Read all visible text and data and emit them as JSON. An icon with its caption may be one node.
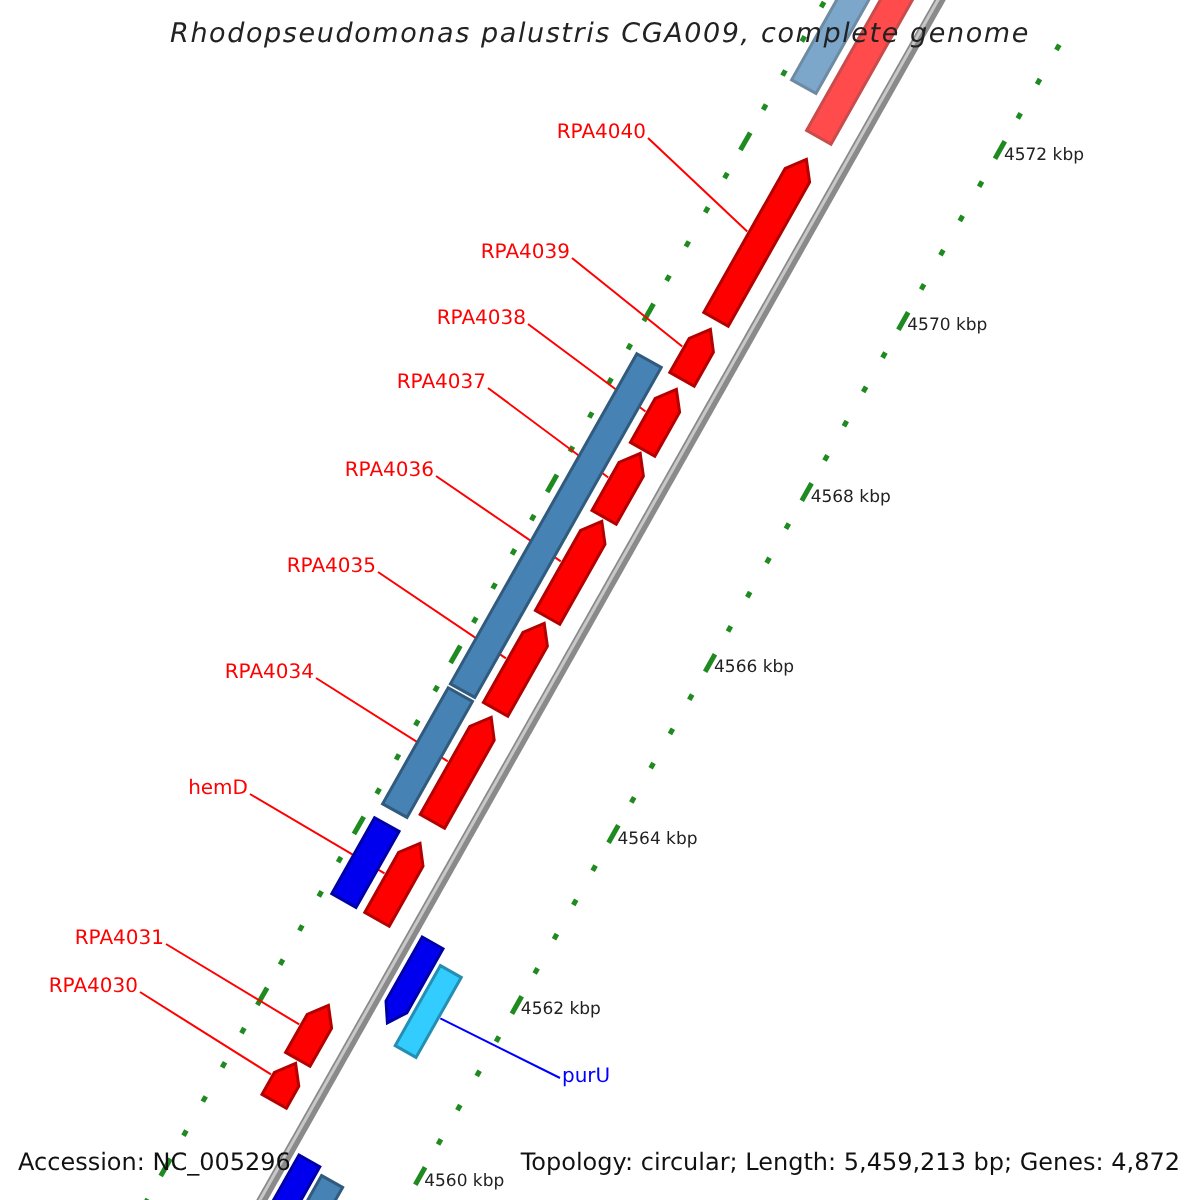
{
  "diagram": {
    "title": "Rhodopseudomonas palustris CGA009, complete genome",
    "nodes": [
      {
        "text": [
          "RPA4040"
        ]
      },
      {
        "text": [
          "RPA4039"
        ]
      },
      {
        "text": [
          "RPA4038"
        ]
      },
      {
        "text": [
          "RPA4037"
        ]
      },
      {
        "text": [
          "RPA4036"
        ]
      },
      {
        "text": [
          "RPA4035"
        ]
      },
      {
        "text": [
          "RPA4034"
        ]
      },
      {
        "text": [
          "hemD"
        ]
      },
      {
        "text": [
          "RPA4031"
        ]
      },
      {
        "text": [
          "RPA4030"
        ]
      },
      {
        "text": [
          "purU"
        ]
      },
      {
        "text": [],
        "shape": "arrow"
      },
      {
        "text": [],
        "shape": "bar"
      },
      {
        "text": [],
        "shape": "arrow"
      },
      {
        "text": [],
        "shape": "arrow"
      },
      {
        "text": [],
        "shape": "bar"
      },
      {
        "text": [],
        "shape": "arrow"
      },
      {
        "text": [],
        "shape": "arrow"
      },
      {
        "text": [],
        "shape": "arrow"
      },
      {
        "text": [],
        "shape": "arrow"
      },
      {
        "text": [],
        "shape": "bar"
      },
      {
        "text": [],
        "shape": "arrow"
      },
      {
        "text": [],
        "shape": "arrow"
      },
      {
        "text": [],
        "shape": "bar"
      },
      {
        "text": [],
        "shape": "arrow"
      },
      {
        "text": [],
        "shape": "bar"
      },
      {
        "text": [],
        "shape": "arrow"
      },
      {
        "text": [],
        "shape": "arrow"
      },
      {
        "text": [],
        "shape": "bar"
      },
      {
        "text": [],
        "shape": "bar"
      }
    ],
    "edges": [
      {
        "from": 0,
        "to": 13,
        "arrow": "none"
      },
      {
        "from": 1,
        "to": 14,
        "arrow": "none"
      },
      {
        "from": 2,
        "to": 16,
        "arrow": "none"
      },
      {
        "from": 3,
        "to": 17,
        "arrow": "none"
      },
      {
        "from": 4,
        "to": 18,
        "arrow": "none"
      },
      {
        "from": 5,
        "to": 19,
        "arrow": "none"
      },
      {
        "from": 6,
        "to": 21,
        "arrow": "none"
      },
      {
        "from": 7,
        "to": 22,
        "arrow": "none"
      },
      {
        "from": 8,
        "to": 26,
        "arrow": "none"
      },
      {
        "from": 9,
        "to": 27,
        "arrow": "none"
      },
      {
        "from": 10,
        "to": 25,
        "arrow": "none",
        "color": "#0000ff"
      }
    ],
    "labels": [
      "4572 kbp",
      "4570 kbp",
      "4568 kbp",
      "4566 kbp",
      "4564 kbp",
      "4562 kbp",
      "4560 kbp",
      "Accession: NC_005296",
      "Topology: circular; Length: 5,459,213 bp; Genes: 4,872"
    ]
  }
}
